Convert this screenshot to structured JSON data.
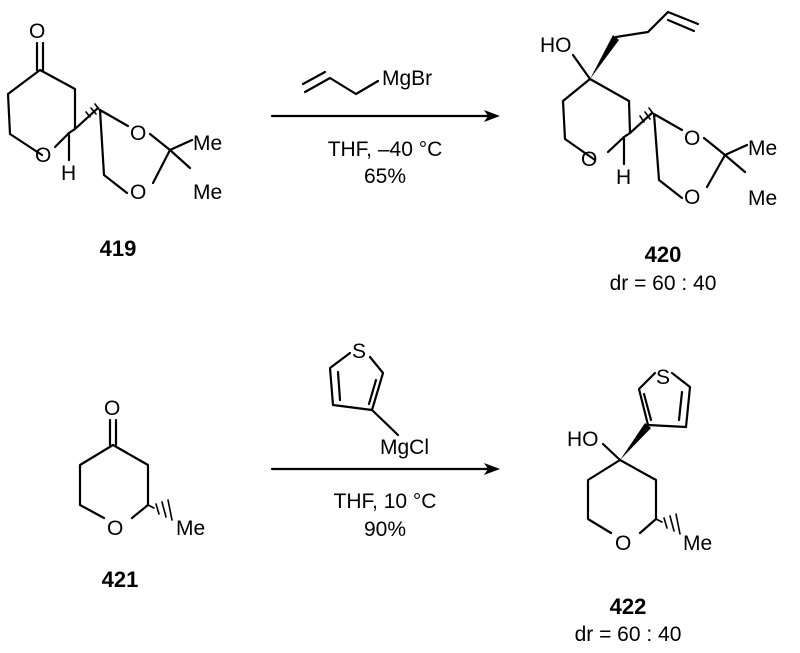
{
  "scheme": {
    "reactions": [
      {
        "reactant": {
          "number": "419",
          "labels": {
            "ketone_o": "O",
            "ring_o": "O",
            "h": "H",
            "diox_o1": "O",
            "diox_o2": "O",
            "me1": "Me",
            "me2": "Me"
          }
        },
        "reagent": {
          "name": "MgBr"
        },
        "conditions": {
          "line1": "THF, –40 °C",
          "yield": "65%"
        },
        "product": {
          "number": "420",
          "dr": "dr = 60 : 40",
          "labels": {
            "ho": "HO",
            "ring_o": "O",
            "h": "H",
            "diox_o1": "O",
            "diox_o2": "O",
            "me1": "Me",
            "me2": "Me"
          }
        }
      },
      {
        "reactant": {
          "number": "421",
          "labels": {
            "ketone_o": "O",
            "ring_o": "O",
            "me": "Me"
          }
        },
        "reagent": {
          "thiophene_s": "S",
          "name": "MgCl"
        },
        "conditions": {
          "line1": "THF, 10 °C",
          "yield": "90%"
        },
        "product": {
          "number": "422",
          "dr": "dr = 60 : 40",
          "labels": {
            "ho": "HO",
            "thiophene_s": "S",
            "ring_o": "O",
            "me": "Me"
          }
        }
      }
    ]
  }
}
